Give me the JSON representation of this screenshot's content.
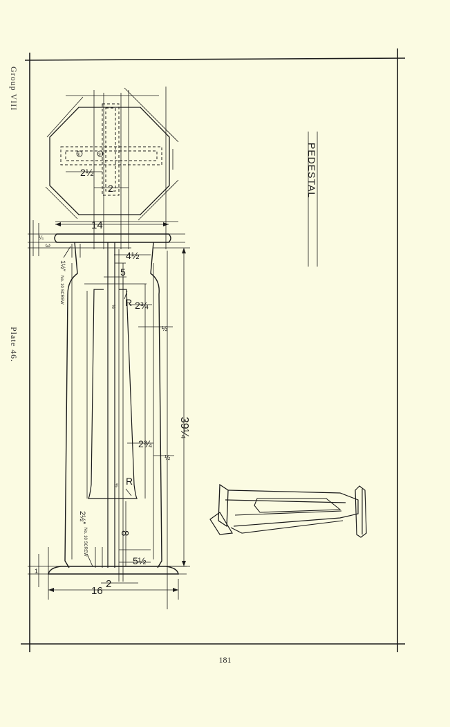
{
  "margin": {
    "group": "Group VIII",
    "plate": "Plate 46."
  },
  "page_number": "181",
  "drawing": {
    "title": "PEDESTAL",
    "dims": {
      "top_width": "14",
      "post_width": "2",
      "cross_width": "2½",
      "top_thickness": "3",
      "top_edge": "¼",
      "top_offset": "4½",
      "post_offset": "5",
      "taper_top": "2¾",
      "side_thickness": "½",
      "height": "39¼",
      "taper_bottom": "2¾",
      "side_thickness_lower": "½",
      "base_offset": "8",
      "base_inset": "5½",
      "base_post": "2",
      "base_width": "16",
      "base_thickness": "1",
      "radius_upper": "R",
      "radius_upper_val": "½",
      "radius_lower": "R",
      "radius_lower_val": "½",
      "screw_upper_size": "1½″",
      "screw_upper_label": "No. 10 SCREW",
      "screw_lower_size": "2½″",
      "screw_lower_label": "No. 10 SCREW",
      "circle_mark": "①"
    }
  }
}
